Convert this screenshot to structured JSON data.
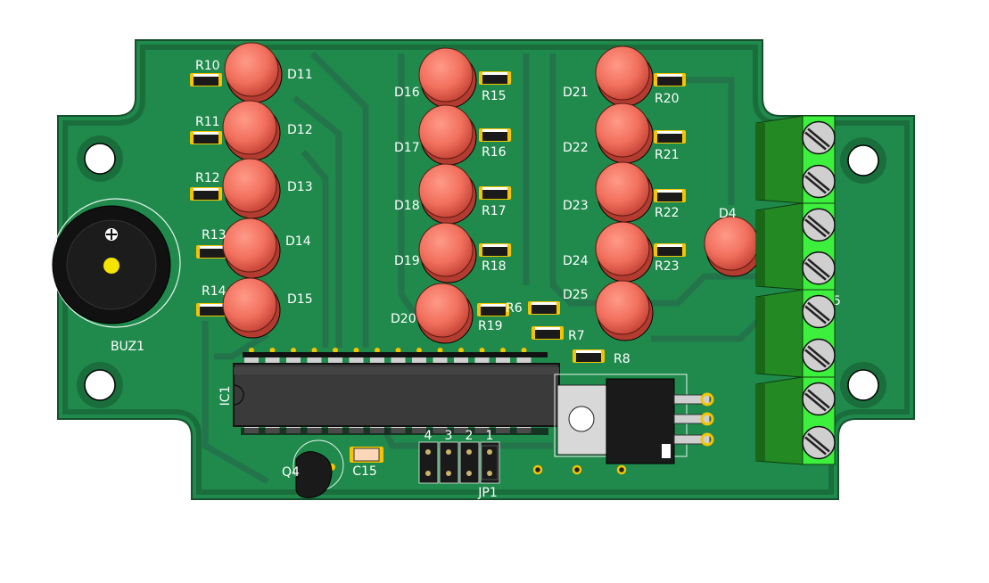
{
  "board": {
    "colors": {
      "pcb": "#1f8a4c",
      "pcb_edge": "#1a6e3c",
      "trace": "#23744a",
      "led": "#f2705e",
      "pad": "#f5c400",
      "terminal_light": "#3ef03e",
      "terminal_dark": "#238a23"
    },
    "leds": [
      "D11",
      "D12",
      "D13",
      "D14",
      "D15",
      "D16",
      "D17",
      "D18",
      "D19",
      "D20",
      "D21",
      "D22",
      "D23",
      "D24",
      "D25",
      "D4"
    ],
    "resistors": [
      "R10",
      "R11",
      "R12",
      "R13",
      "R14",
      "R15",
      "R16",
      "R17",
      "R18",
      "R19",
      "R20",
      "R21",
      "R22",
      "R23",
      "R6",
      "R7",
      "R8"
    ],
    "buzzer": "BUZ1",
    "ic": "IC1",
    "transistor": "Q4",
    "capacitor": "C15",
    "jumper": "JP1",
    "jumper_pins": [
      "4",
      "3",
      "2",
      "1"
    ],
    "terminal_label": "5"
  }
}
